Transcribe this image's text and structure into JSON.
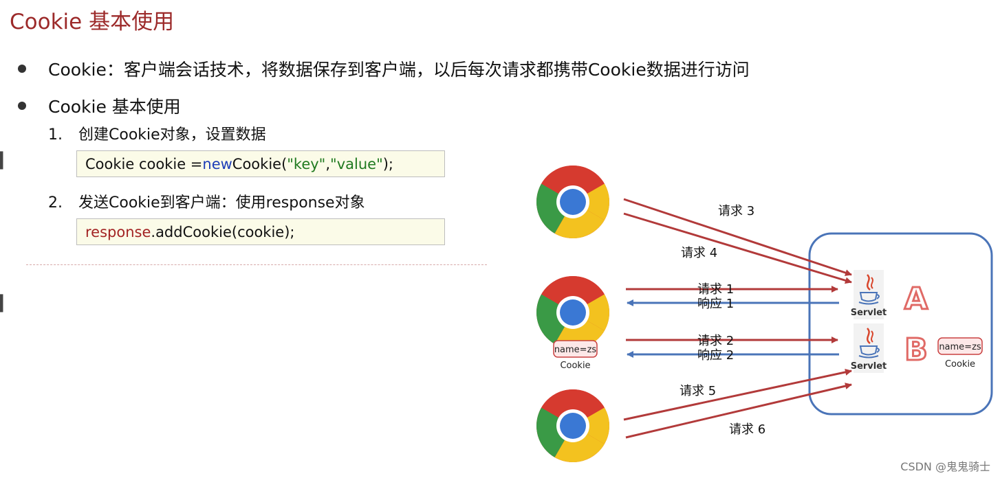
{
  "title": "Cookie 基本使用",
  "bullets": [
    {
      "text": "Cookie：客户端会话技术，将数据保存到客户端，以后每次请求都携带Cookie数据进行访问"
    },
    {
      "text": "Cookie 基本使用"
    }
  ],
  "steps": [
    {
      "num": "1.",
      "text": "创建Cookie对象，设置数据"
    },
    {
      "num": "2.",
      "text": "发送Cookie到客户端：使用response对象"
    }
  ],
  "code": {
    "line1": {
      "part_a": "Cookie cookie = ",
      "keyword": "new",
      "part_b": " Cookie(",
      "str_key": "\"key\"",
      "comma": ",",
      "str_value": "\"value\"",
      "part_c": ");"
    },
    "line2": {
      "var": "response",
      "rest": ".addCookie(cookie);"
    }
  },
  "diagram": {
    "arrows": {
      "req3": "请求 3",
      "req4": "请求 4",
      "req1": "请求 1",
      "resp1": "响应 1",
      "req2": "请求 2",
      "resp2": "响应 2",
      "req5": "请求 5",
      "req6": "请求 6"
    },
    "servlet_label": "Servlet",
    "server_a": "A",
    "server_b": "B",
    "client_cookie": {
      "value": "name=zs",
      "label": "Cookie"
    },
    "server_cookie": {
      "value": "name=zs",
      "label": "Cookie"
    },
    "colors": {
      "request_arrow": "#b23a3a",
      "response_arrow": "#4a74b8",
      "server_border": "#4a74b8",
      "letter_ab": "#e06a66"
    }
  },
  "watermark": "CSDN @鬼鬼骑士"
}
